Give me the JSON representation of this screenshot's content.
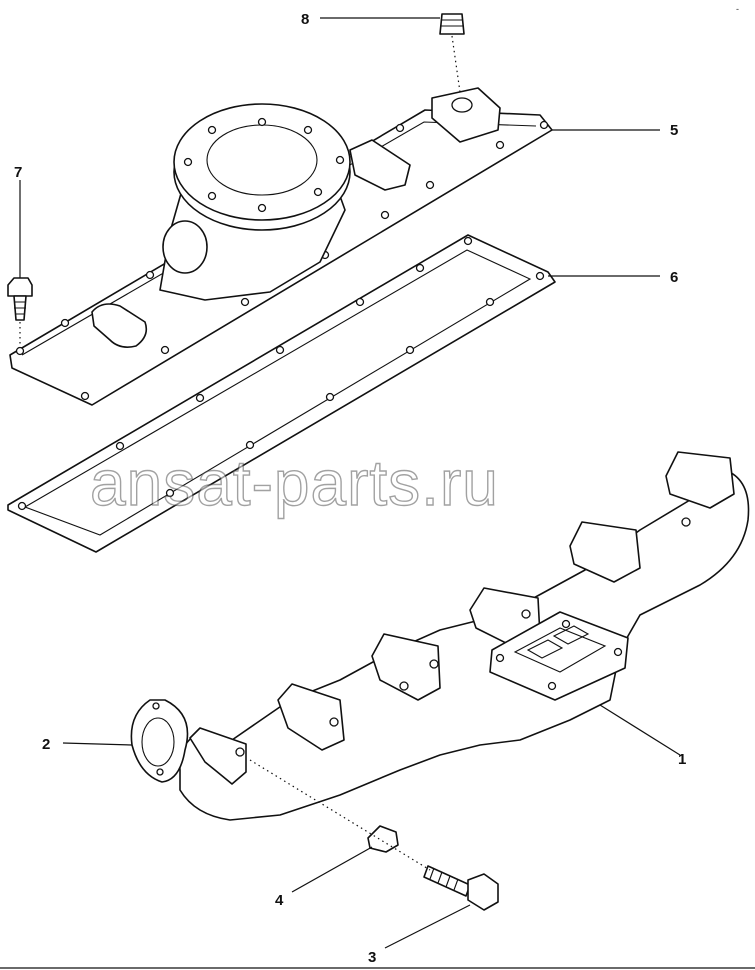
{
  "diagram": {
    "watermark": "ansat-parts.ru",
    "corner_mark": "-",
    "callouts": [
      {
        "id": "1",
        "label": "1"
      },
      {
        "id": "2",
        "label": "2"
      },
      {
        "id": "3",
        "label": "3"
      },
      {
        "id": "4",
        "label": "4"
      },
      {
        "id": "5",
        "label": "5"
      },
      {
        "id": "6",
        "label": "6"
      },
      {
        "id": "7",
        "label": "7"
      },
      {
        "id": "8",
        "label": "8"
      }
    ]
  }
}
